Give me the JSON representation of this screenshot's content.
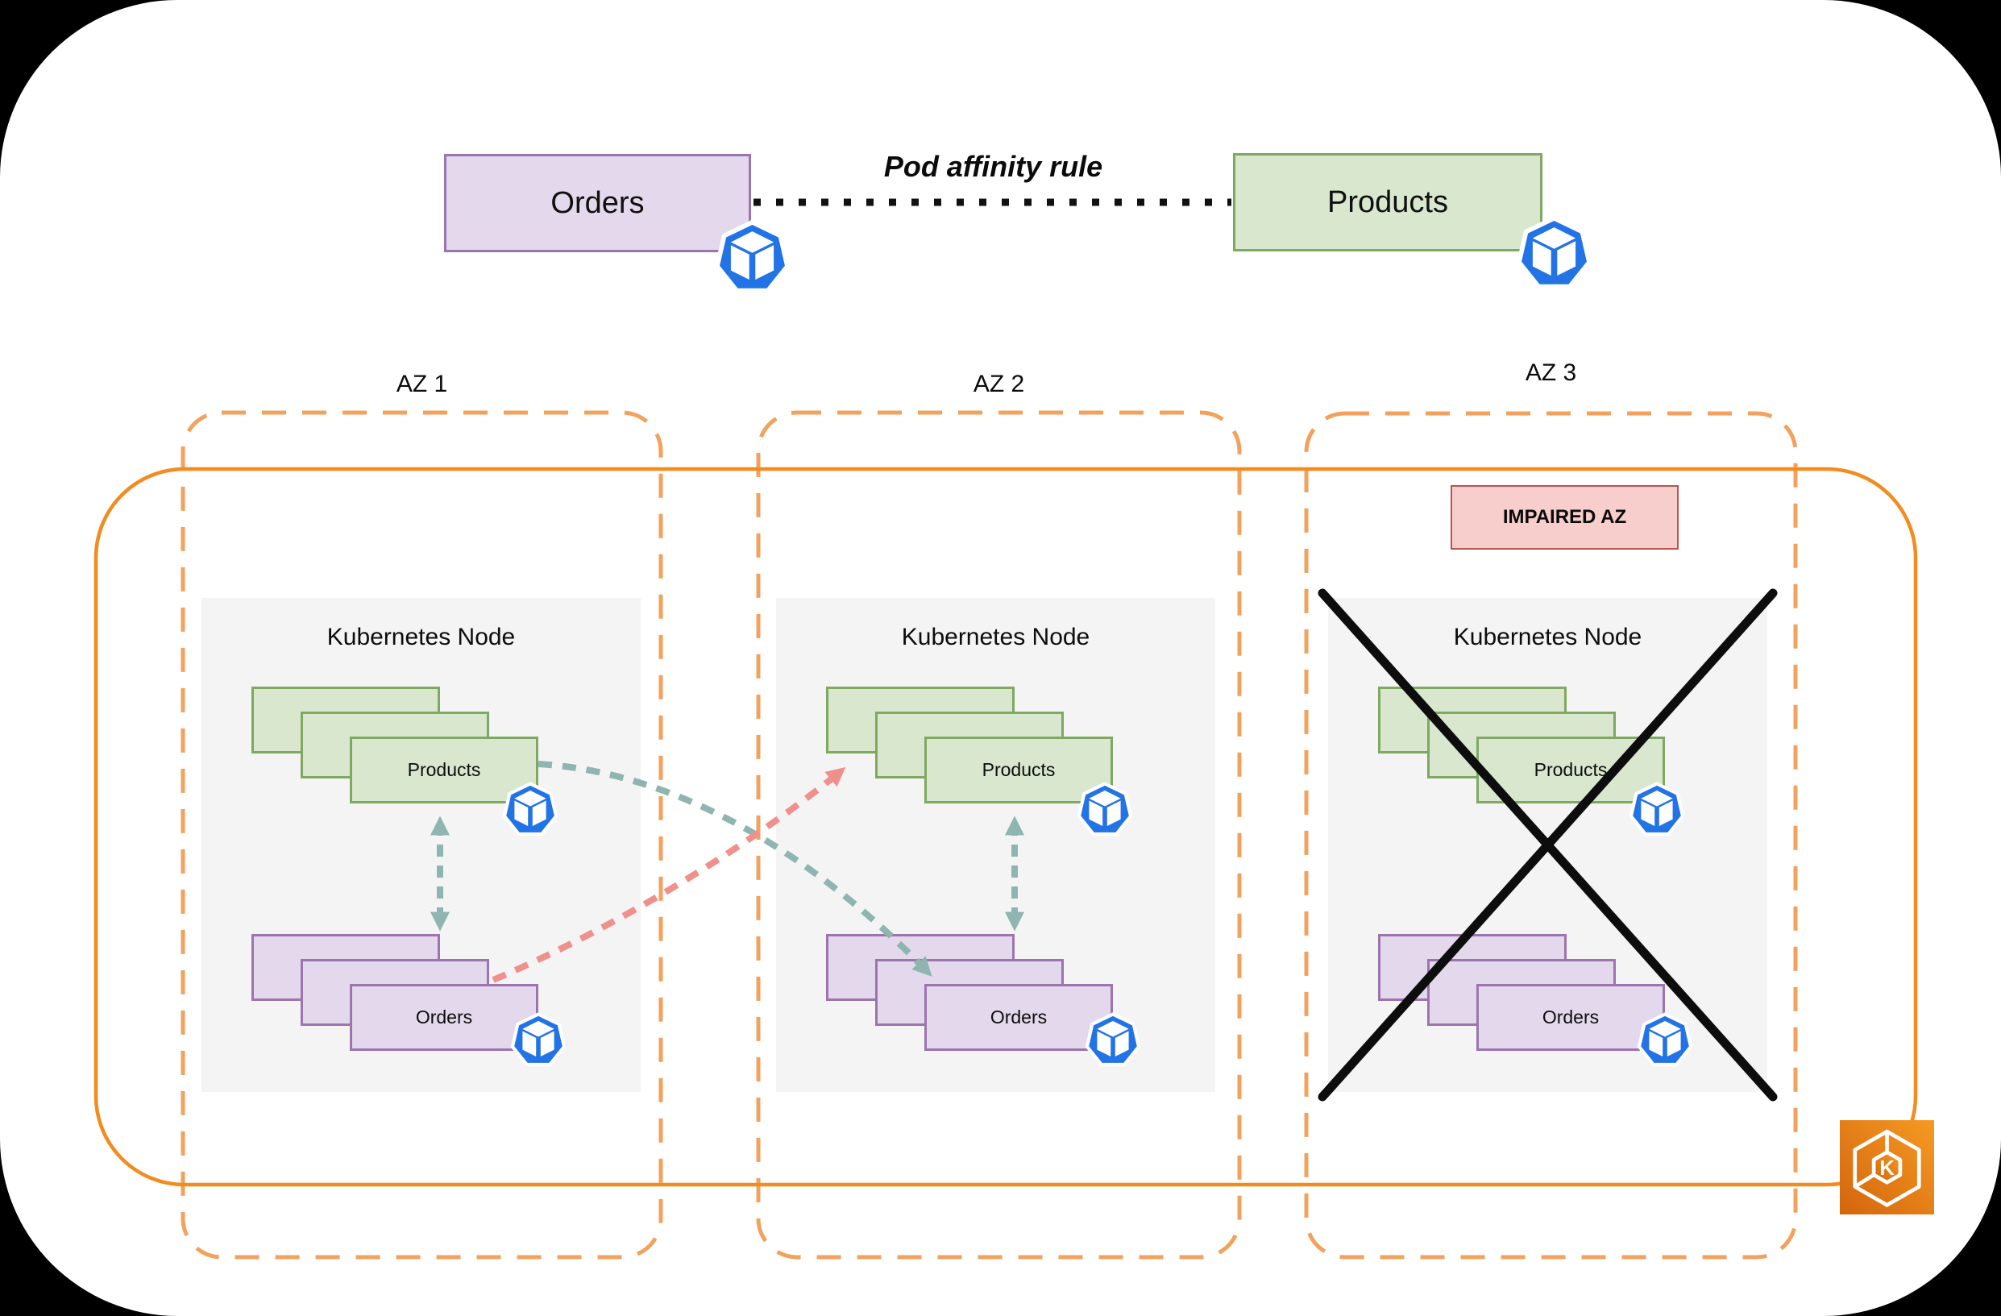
{
  "affinity_header": {
    "orders_label": "Orders",
    "products_label": "Products",
    "rule_label": "Pod affinity rule"
  },
  "azs": [
    {
      "label": "AZ 1",
      "node_title": "Kubernetes Node",
      "products_label": "Products",
      "orders_label": "Orders",
      "impaired": false
    },
    {
      "label": "AZ 2",
      "node_title": "Kubernetes Node",
      "products_label": "Products",
      "orders_label": "Orders",
      "impaired": false
    },
    {
      "label": "AZ 3",
      "node_title": "Kubernetes Node",
      "products_label": "Products",
      "orders_label": "Orders",
      "impaired": true,
      "impaired_label": "IMPAIRED AZ"
    }
  ],
  "icons": {
    "pod": "kubernetes-pod-icon",
    "eks": "amazon-eks-icon",
    "eks_letter": "K"
  },
  "colors": {
    "products_fill": "#D9E7CE",
    "products_border": "#7FA860",
    "orders_fill": "#E4D8EC",
    "orders_border": "#9C74AE",
    "az_dashed_border": "#F2A25C",
    "cluster_border": "#F28C1E",
    "affinity_arrow_teal": "#8FB5B0",
    "reschedule_arrow_red": "#F0908D",
    "impaired_fill": "#F8CECC",
    "impaired_border": "#B85450",
    "kubernetes_blue": "#2273E6",
    "node_fill": "#F4F4F4"
  }
}
